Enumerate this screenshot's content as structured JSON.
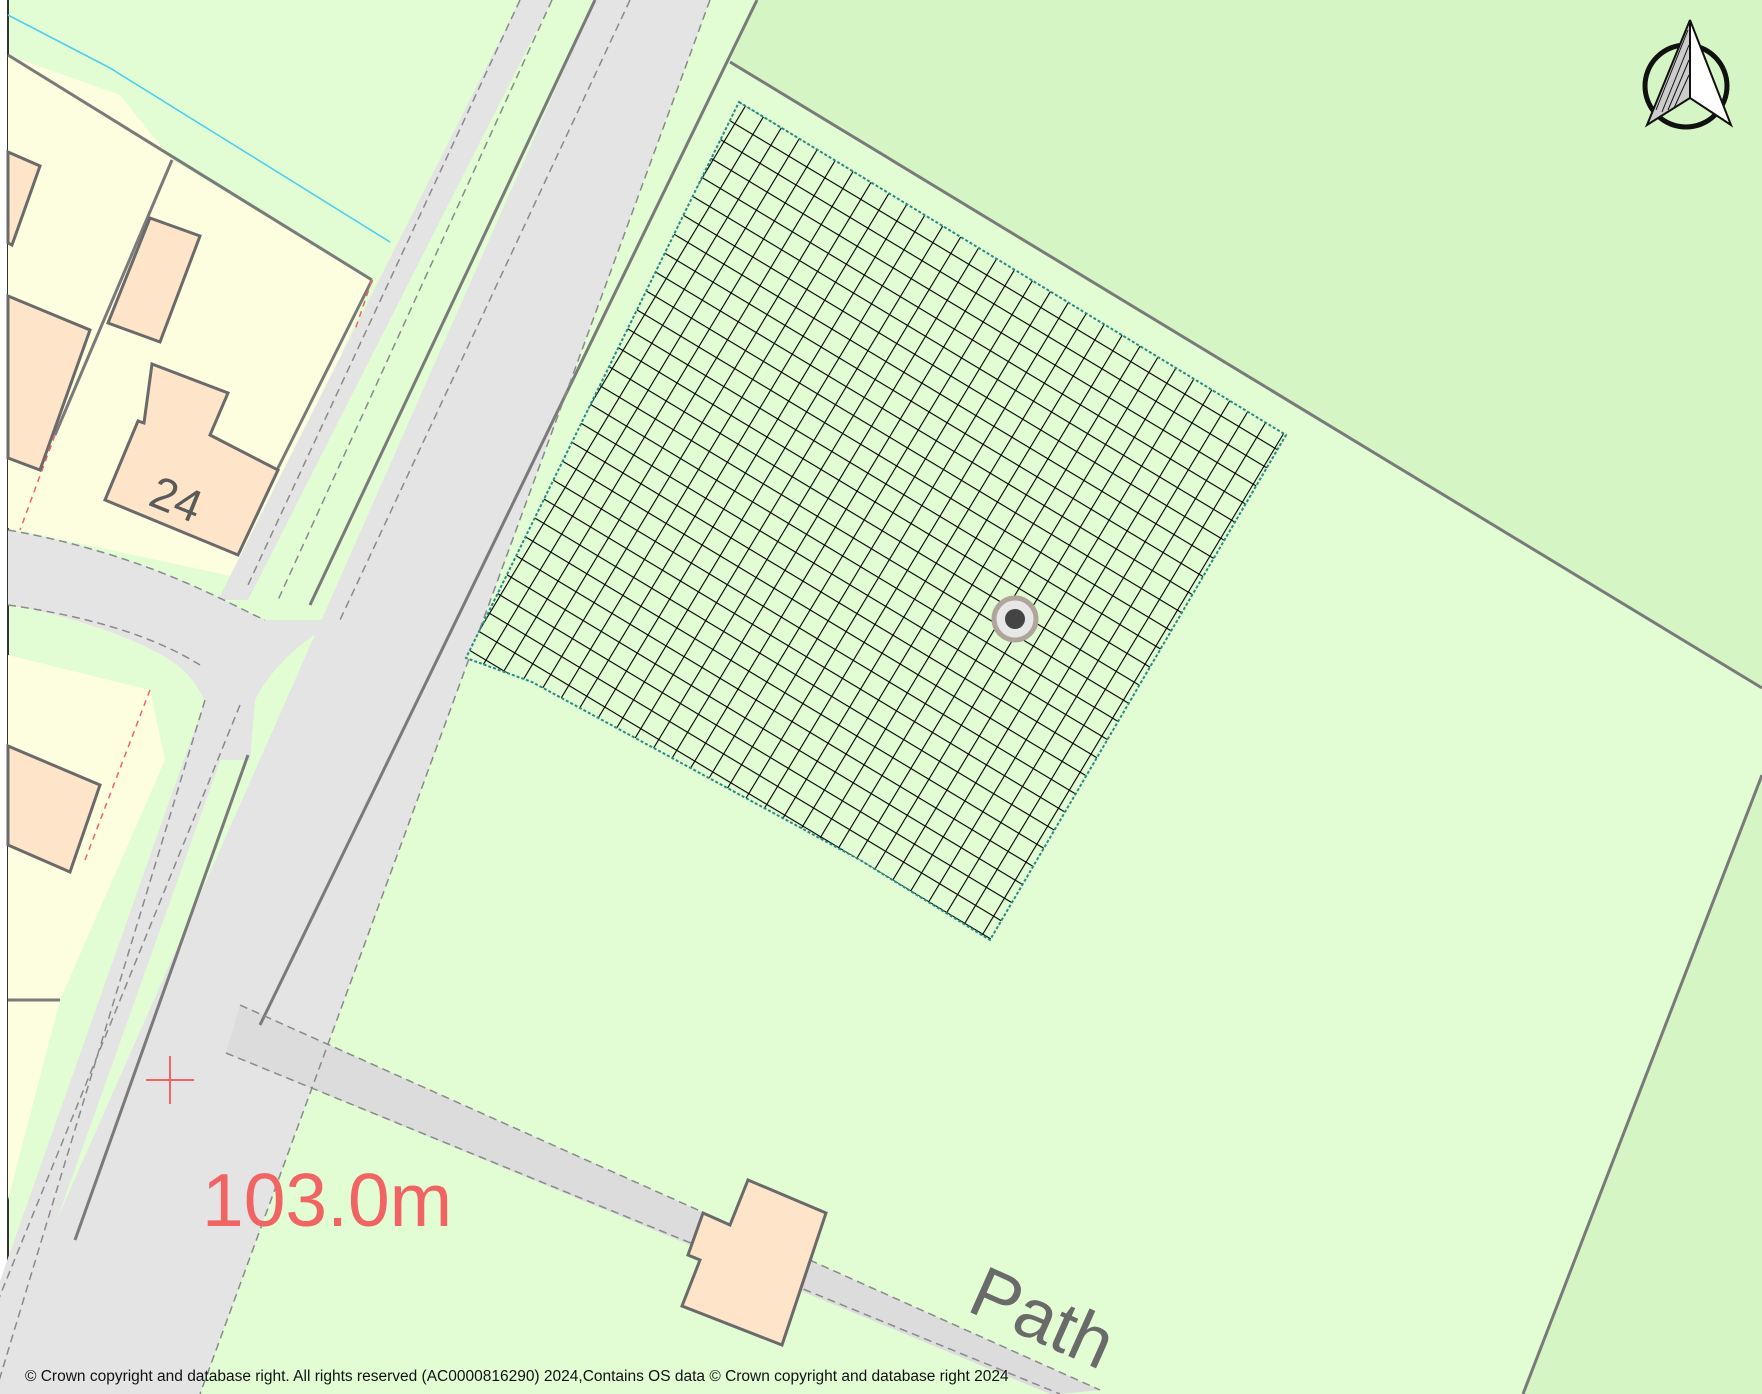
{
  "map": {
    "house_number": "24",
    "spot_height_label": "103.0m",
    "path_label": "Path",
    "copyright": "© Crown copyright and database right. All rights reserved (AC0000816290) 2024,Contains OS data © Crown copyright and database right 2024",
    "north_arrow_icon": "north-arrow-icon",
    "site_marker_icon": "site-location-marker-icon",
    "spot_height_icon": "spot-height-cross-icon"
  },
  "colors": {
    "grass": "#e2fdd3",
    "field": "#d6f5c4",
    "road": "#e4e4e4",
    "path_surface": "#dcdcdc",
    "garden": "#fdfde0",
    "building": "#fee5c9",
    "boundary": "#7a7a7a",
    "hatch": "#000000",
    "site_outline": "#2a8a86",
    "water": "#4fd0ee",
    "spot_height": "#f06464",
    "label_grey": "#5a5a5a"
  }
}
